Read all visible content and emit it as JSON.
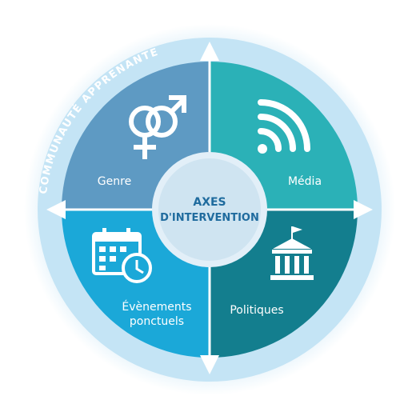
{
  "ring_text": "COMMUNAUTÉ APPRENANTE",
  "center": {
    "line1": "AXES",
    "line2": "D'INTERVENTION"
  },
  "quadrants": [
    {
      "key": "genre",
      "label_lines": [
        "Genre"
      ],
      "icon": "gender-symbols-icon"
    },
    {
      "key": "media",
      "label_lines": [
        "Média"
      ],
      "icon": "wifi-signal-icon"
    },
    {
      "key": "evenements",
      "label_lines": [
        "Évènements",
        "ponctuels"
      ],
      "icon": "calendar-clock-icon"
    },
    {
      "key": "politiques",
      "label_lines": [
        "Politiques"
      ],
      "icon": "government-building-icon"
    }
  ],
  "colors": {
    "outer_glow": "#d6ecf8",
    "ring": "#bfe2f5",
    "genre": "#5e9ac3",
    "media": "#2bb1b7",
    "evenements": "#1ba8d8",
    "politiques": "#137e8e",
    "center_fill": "#cfe4f1",
    "center_text": "#1f6b9e",
    "ring_text": "#ffffff",
    "arrow": "#ffffff"
  }
}
